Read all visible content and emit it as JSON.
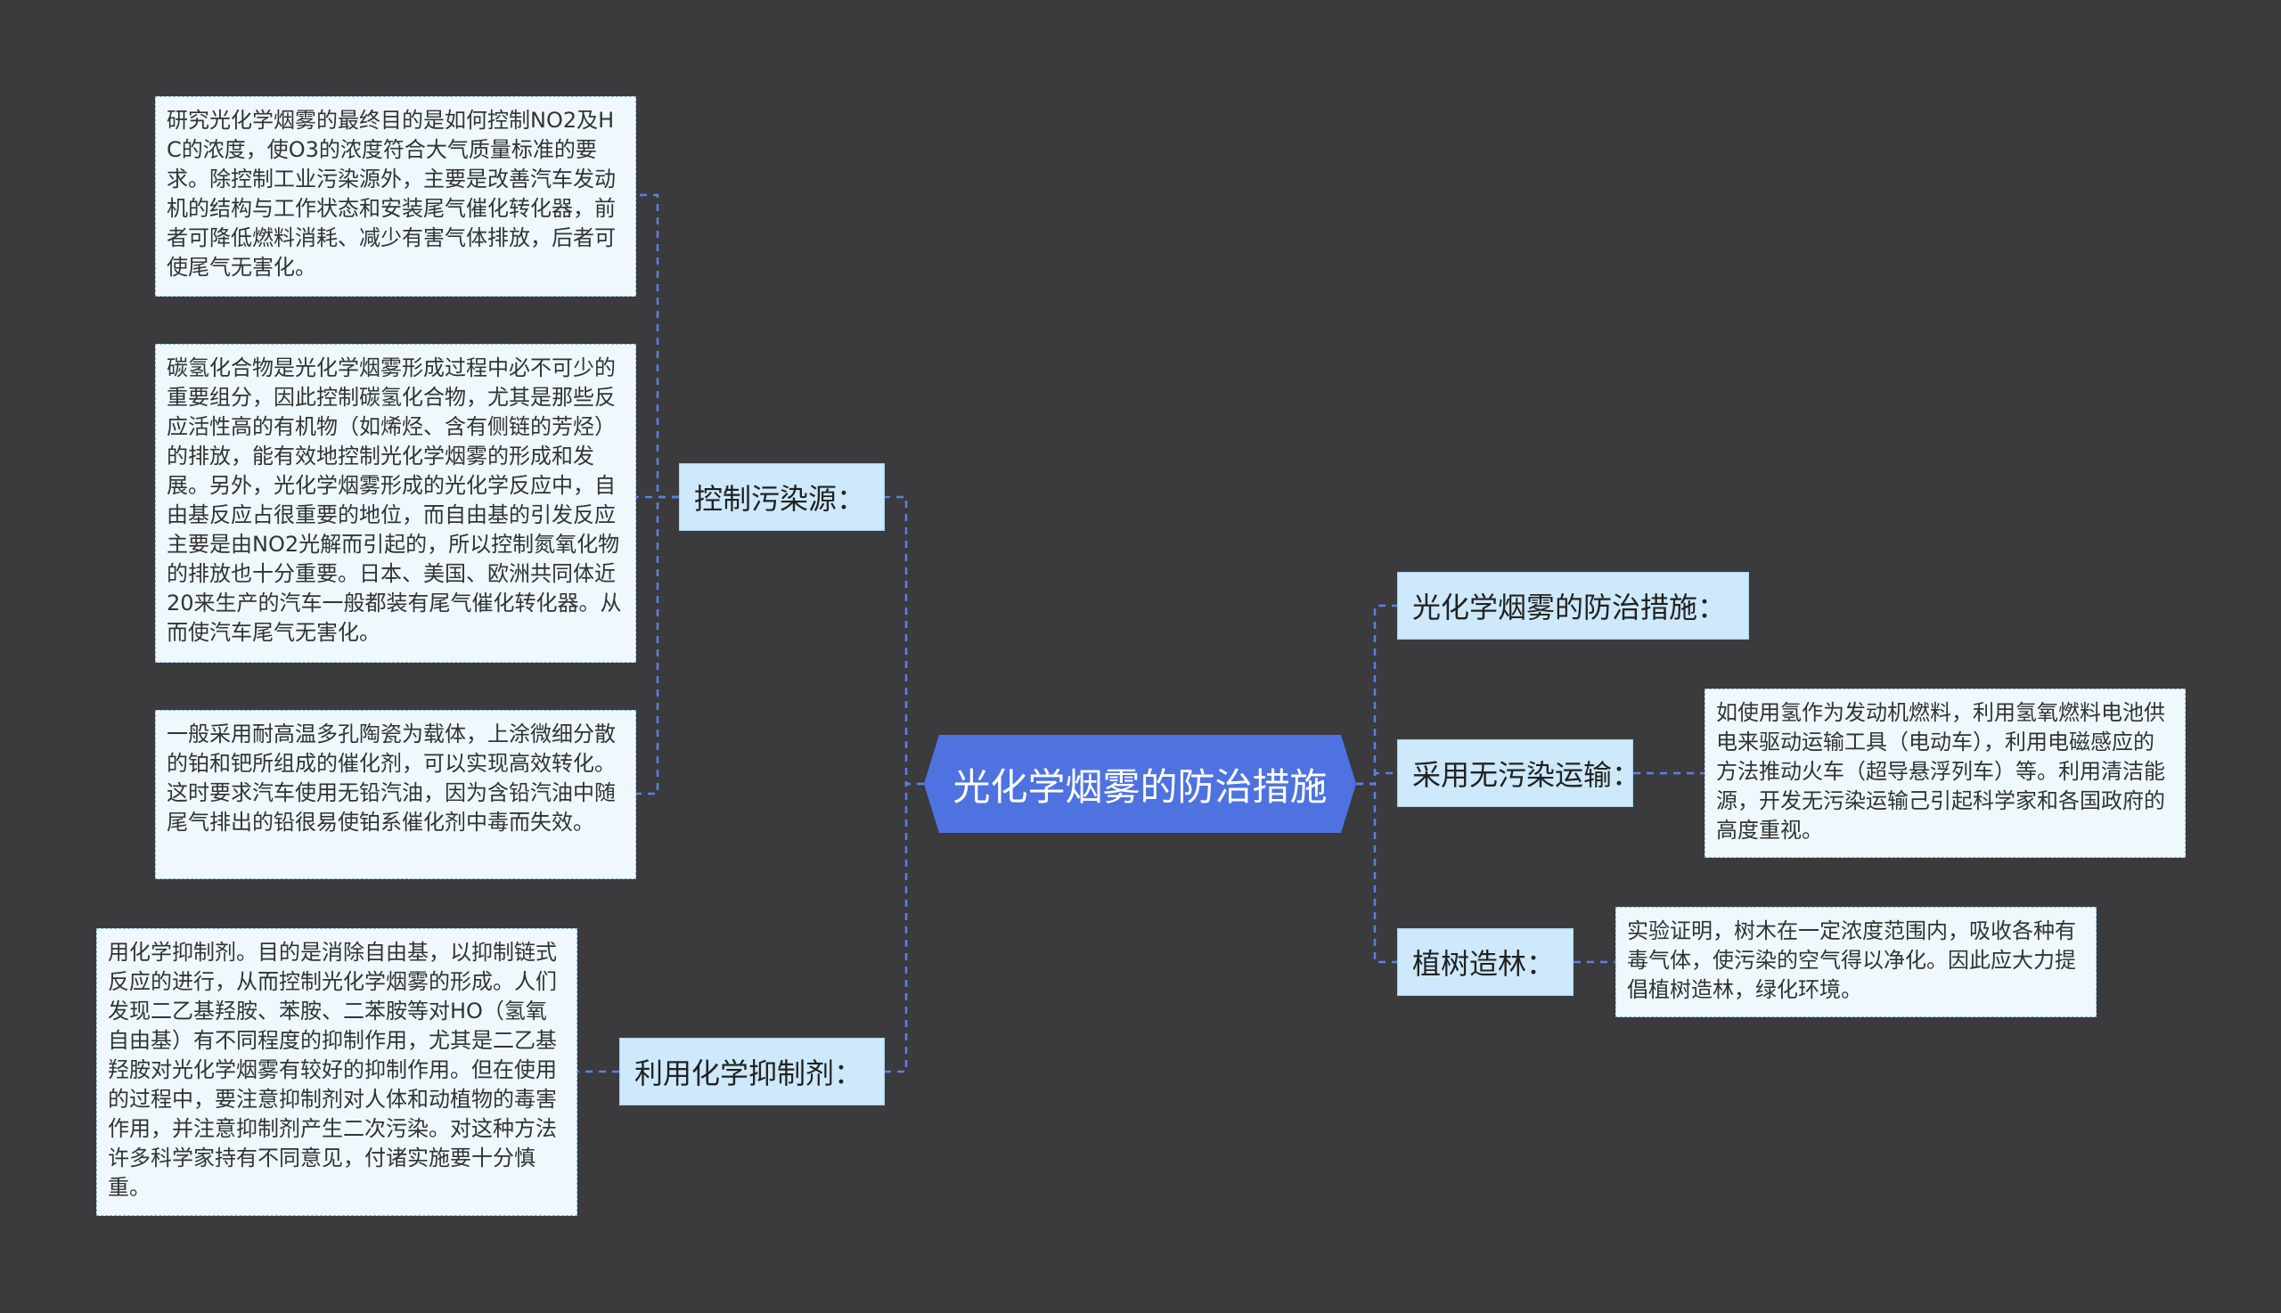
{
  "root": {
    "title": "光化学烟雾的防治措施"
  },
  "branches": {
    "kongzhi": {
      "label": "控制污染源："
    },
    "yizhiji": {
      "label": "利用化学抑制剂："
    },
    "fangzhi": {
      "label": "光化学烟雾的防治措施："
    },
    "yunshu": {
      "label": "采用无污染运输："
    },
    "zhishu": {
      "label": "植树造林："
    }
  },
  "leaves": {
    "kongzhi_1": "研究光化学烟雾的最终目的是如何控制NO2及HC的浓度，使O3的浓度符合大气质量标准的要求。除控制工业污染源外，主要是改善汽车发动机的结构与工作状态和安装尾气催化转化器，前者可降低燃料消耗、减少有害气体排放，后者可使尾气无害化。",
    "kongzhi_2": "碳氢化合物是光化学烟雾形成过程中必不可少的重要组分，因此控制碳氢化合物，尤其是那些反应活性高的有机物（如烯烃、含有侧链的芳烃）的排放，能有效地控制光化学烟雾的形成和发展。另外，光化学烟雾形成的光化学反应中，自由基反应占很重要的地位，而自由基的引发反应主要是由NO2光解而引起的，所以控制氮氧化物的排放也十分重要。日本、美国、欧洲共同体近20来生产的汽车一般都装有尾气催化转化器。从而使汽车尾气无害化。",
    "kongzhi_3": "一般采用耐高温多孔陶瓷为载体，上涂微细分散的铂和钯所组成的催化剂，可以实现高效转化。这时要求汽车使用无铅汽油，因为含铅汽油中随尾气排出的铅很易使铂系催化剂中毒而失效。",
    "yizhiji_1": "用化学抑制剂。目的是消除自由基，以抑制链式反应的进行，从而控制光化学烟雾的形成。人们发现二乙基羟胺、苯胺、二苯胺等对HO（氢氧自由基）有不同程度的抑制作用，尤其是二乙基羟胺对光化学烟雾有较好的抑制作用。但在使用的过程中，要注意抑制剂对人体和动植物的毒害作用，并注意抑制剂产生二次污染。对这种方法许多科学家持有不同意见，付诸实施要十分慎重。",
    "yunshu_1": "如使用氢作为发动机燃料，利用氢氧燃料电池供电来驱动运输工具（电动车），利用电磁感应的方法推动火车（超导悬浮列车）等。利用清洁能源，开发无污染运输己引起科学家和各国政府的高度重视。",
    "zhishu_1": "实验证明，树木在一定浓度范围内，吸收各种有毒气体，使污染的空气得以净化。因此应大力提倡植树造林，绿化环境。"
  },
  "colors": {
    "background": "#3b3b3d",
    "root_fill": "#4e73e0",
    "branch_fill": "#cde9fb",
    "leaf_fill": "#eff9fd",
    "connector": "#5b7fe6"
  }
}
